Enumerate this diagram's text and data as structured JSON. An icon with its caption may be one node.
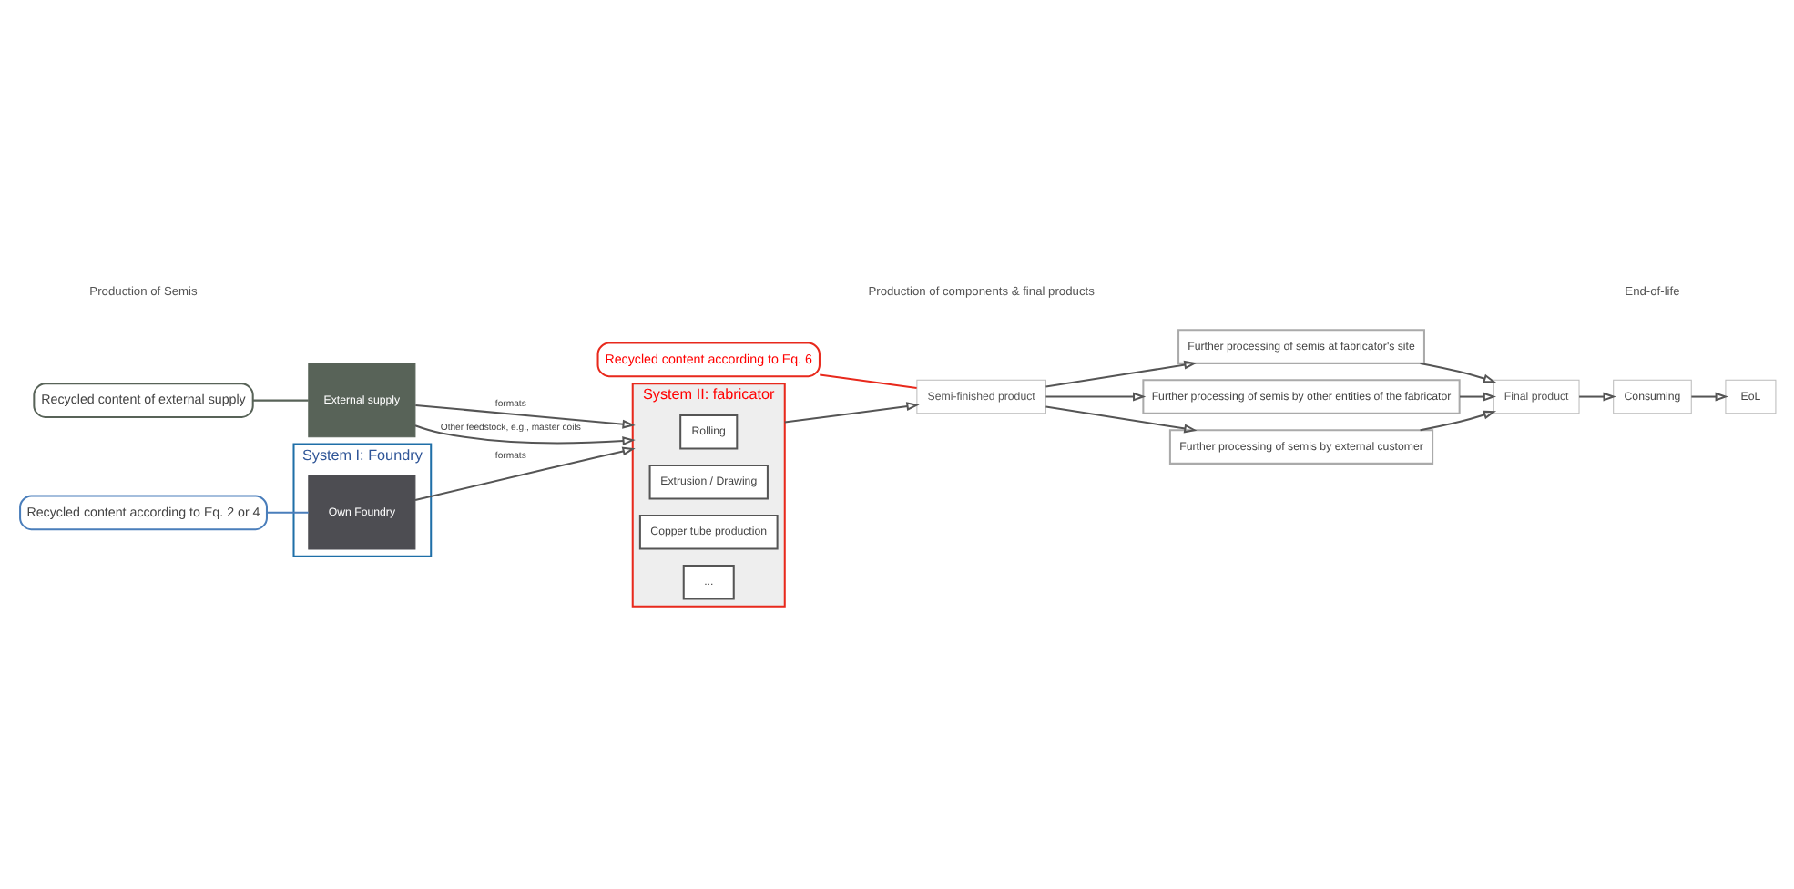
{
  "diagram": {
    "nodes": [
      {
        "text": [
          "System I: Foundry"
        ]
      },
      {
        "text": [
          "Own Foundry"
        ],
        "in": 0
      },
      {
        "text": [
          "External supply"
        ]
      },
      {
        "text": [
          "System II: fabricator"
        ]
      },
      {
        "text": [
          "Rolling"
        ],
        "in": 3
      },
      {
        "text": [
          "Extrusion / Drawing"
        ],
        "in": 3
      },
      {
        "text": [
          "Copper tube production"
        ],
        "in": 3
      },
      {
        "text": [
          "..."
        ],
        "in": 3
      },
      {
        "text": [
          "Semi-finished product"
        ]
      },
      {
        "text": [
          "Further processing of semis at fabricator's site"
        ]
      },
      {
        "text": [
          "Further processing of semis by other entities of the fabricator"
        ]
      },
      {
        "text": [
          "Further processing of semis by external customer"
        ]
      },
      {
        "text": [
          "Final product"
        ]
      },
      {
        "text": [
          "Consuming"
        ]
      },
      {
        "text": [
          "EoL"
        ]
      },
      {
        "text": [
          "Recycled content according to Eq. 2 or 4"
        ]
      },
      {
        "text": [
          "Recycled content of external supply"
        ]
      },
      {
        "text": [
          "Recycled content according to Eq. 6"
        ]
      }
    ],
    "edges": [
      {
        "from": 1,
        "to": 3,
        "arrow": "to",
        "label": "formats"
      },
      {
        "from": 2,
        "to": 3,
        "arrow": "to",
        "label": "formats"
      },
      {
        "from": 2,
        "to": 3,
        "arrow": "to",
        "label": "Other feedstock, e.g., master coils"
      },
      {
        "from": 3,
        "to": 8,
        "arrow": "to"
      },
      {
        "from": 8,
        "to": 9,
        "arrow": "to"
      },
      {
        "from": 8,
        "to": 10,
        "arrow": "to"
      },
      {
        "from": 8,
        "to": 11,
        "arrow": "to"
      },
      {
        "from": 9,
        "to": 12,
        "arrow": "to"
      },
      {
        "from": 10,
        "to": 12,
        "arrow": "to"
      },
      {
        "from": 11,
        "to": 12,
        "arrow": "to"
      },
      {
        "from": 12,
        "to": 13,
        "arrow": "to"
      },
      {
        "from": 13,
        "to": 14,
        "arrow": "to"
      },
      {
        "from": 15,
        "to": 1,
        "arrow": "none",
        "color": "#4a7ebb"
      },
      {
        "from": 16,
        "to": 2,
        "arrow": "none",
        "color": "#586358"
      },
      {
        "from": 17,
        "to": 8,
        "arrow": "none",
        "color": "#e8291c"
      }
    ],
    "labels": [
      "Production of Semis",
      "Production of components & final products",
      "End-of-life"
    ]
  }
}
